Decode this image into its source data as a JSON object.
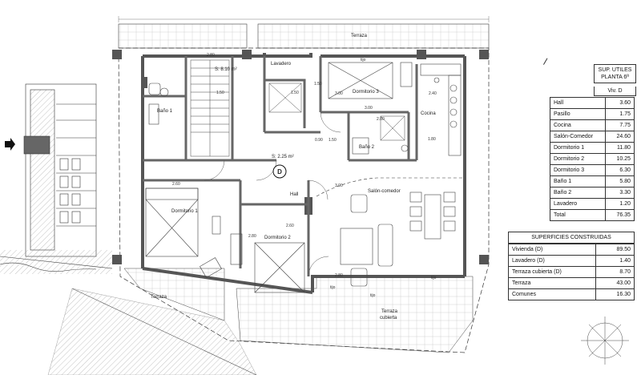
{
  "plan": {
    "rooms": [
      {
        "key": "dorm1",
        "label": "Dormitorio 1"
      },
      {
        "key": "dorm2",
        "label": "Dormitorio 2"
      },
      {
        "key": "dorm3",
        "label": "Dormitorio 3"
      },
      {
        "key": "salon",
        "label": "Salón-comedor"
      },
      {
        "key": "cocina",
        "label": "Cocina"
      },
      {
        "key": "bano1",
        "label": "Baño 1"
      },
      {
        "key": "bano2",
        "label": "Baño 2"
      },
      {
        "key": "lavadero",
        "label": "Lavadero"
      },
      {
        "key": "hall",
        "label": "Hall"
      },
      {
        "key": "terraza_top",
        "label": "Terraza"
      },
      {
        "key": "terraza_bl",
        "label": "Terraza"
      },
      {
        "key": "terraza_cub_1",
        "label": "Terraza"
      },
      {
        "key": "terraza_cub_2",
        "label": "cubierta"
      }
    ],
    "areas": {
      "a1": "S: 8.10 m²",
      "a2": "S: 2.25 m²"
    },
    "unit_marker": "D",
    "vent_labels": [
      "tijo",
      "tijo",
      "tijo",
      "tijo"
    ],
    "dims": [
      "1.50",
      "1.50",
      "1.50",
      "2.60",
      "2.80",
      "2.80",
      "3.00",
      "3.00",
      "2.40",
      "2.80",
      "1.80",
      "2.60",
      "3.00",
      "1.50",
      "0.90",
      "2.80"
    ]
  },
  "util_table": {
    "header_line1": "SUP. UTILES",
    "header_line2": "PLANTA 6ª",
    "sub_header": "Viv. D",
    "rows": [
      {
        "name": "Hall",
        "value": "3.60"
      },
      {
        "name": "Pasillo",
        "value": "1.75"
      },
      {
        "name": "Cocina",
        "value": "7.75"
      },
      {
        "name": "Salón-Comedor",
        "value": "24.60"
      },
      {
        "name": "Dormitorio 1",
        "value": "11.80"
      },
      {
        "name": "Dormitorio 2",
        "value": "10.25"
      },
      {
        "name": "Dormitorio 3",
        "value": "6.30"
      },
      {
        "name": "Baño 1",
        "value": "5.80"
      },
      {
        "name": "Baño 2",
        "value": "3.30"
      },
      {
        "name": "Lavadero",
        "value": "1.20"
      },
      {
        "name": "Total",
        "value": "76.35"
      }
    ]
  },
  "const_table": {
    "header": "SUPERFICIES CONSTRUIDAS",
    "rows": [
      {
        "name": "Vivienda  (D)",
        "value": "89.50"
      },
      {
        "name": "Lavadero (D)",
        "value": "1.40"
      },
      {
        "name": "Terraza cubierta  (D)",
        "value": "8.70"
      },
      {
        "name": "Terraza",
        "value": "43.00"
      },
      {
        "name": "Comunes",
        "value": "16.30"
      }
    ]
  },
  "colors": {
    "wall": "#555555",
    "wall_fill": "#8a8a8a",
    "line": "#333333",
    "hatch": "#9a9a9a"
  }
}
